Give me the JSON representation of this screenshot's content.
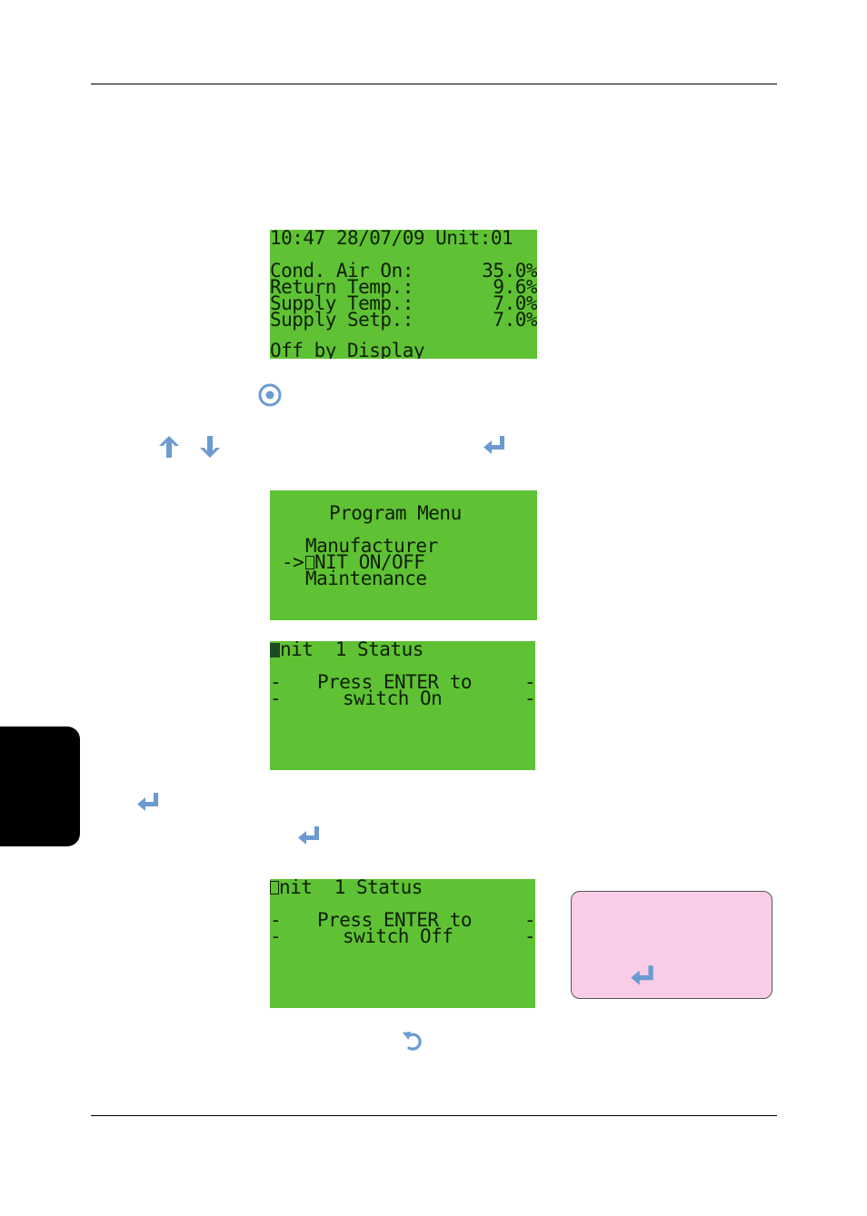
{
  "colors": {
    "lcd_background": "#5fc234",
    "lcd_text": "#0f1f08",
    "icon_blue": "#6b9bd1",
    "note_background": "#f9cde8",
    "side_tab": "#000000"
  },
  "icons": {
    "ok_button": "target-circle-icon",
    "up": "arrow-up-icon",
    "down": "arrow-down-icon",
    "enter": "enter-return-icon",
    "back": "undo-back-icon"
  },
  "screen1": {
    "header": "10:47 28/07/09 Unit:01",
    "row1_label": "Cond. Air On:",
    "row1_value": "35.0%",
    "row2_label": "Return Temp.:",
    "row2_value": "9.6%",
    "row3_label": "Supply Temp.:",
    "row3_value": "7.0%",
    "row4_label": "Supply Setp.:",
    "row4_value": "7.0%",
    "status": "Off by Display"
  },
  "screen2": {
    "title": "Program Menu",
    "item1": "Manufacturer",
    "pointer": "->",
    "item2_rest": "NIT ON/OFF",
    "item3": "Maintenance"
  },
  "screen3": {
    "title_rest": "nit  1 Status",
    "line1": "Press ENTER to",
    "line2": "switch On",
    "dash": "-"
  },
  "screen4": {
    "title_rest": "nit  1 Status",
    "line1": "Press ENTER to",
    "line2": "switch Off",
    "dash": "-"
  }
}
